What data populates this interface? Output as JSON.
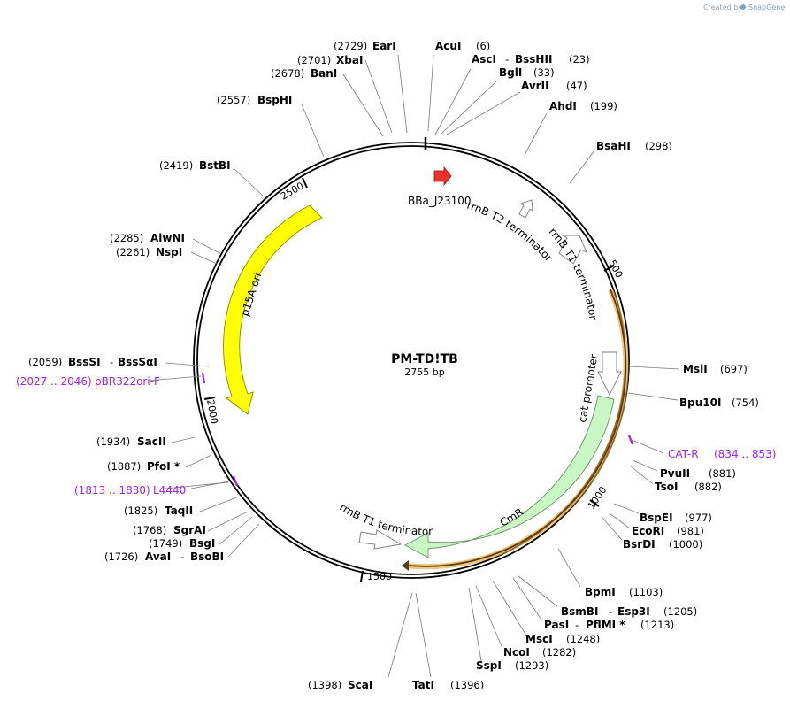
{
  "watermark": {
    "created_by": "Created by",
    "brand": "SnapGene"
  },
  "plasmid": {
    "name": "PM-TD!TB",
    "size": "2755 bp"
  },
  "tick_labels": [
    "500",
    "1000",
    "1500",
    "2000",
    "2500"
  ],
  "features": {
    "bba": "BBa_J23100",
    "t2": "rrnB T2 terminator",
    "t1a": "rrnB T1 terminator",
    "cat": "cat promoter",
    "cmr": "CmR",
    "t1b": "rrnB T1 terminator",
    "p15a": "p15A ori"
  },
  "enzymes": [
    {
      "name": "EarI",
      "pos": "(2729)"
    },
    {
      "name": "XbaI",
      "pos": "(2701)"
    },
    {
      "name": "BanI",
      "pos": "(2678)"
    },
    {
      "name": "BspHI",
      "pos": "(2557)"
    },
    {
      "name": "BstBI",
      "pos": "(2419)"
    },
    {
      "name": "AlwNI",
      "pos": "(2285)"
    },
    {
      "name": "NspI",
      "pos": "(2261)"
    },
    {
      "name": "BssSI",
      "name2": "BssSαI",
      "pos": "(2059)"
    },
    {
      "name": "SacII",
      "pos": "(1934)"
    },
    {
      "name": "PfoI *",
      "pos": "(1887)"
    },
    {
      "name": "TaqII",
      "pos": "(1825)"
    },
    {
      "name": "SgrAI",
      "pos": "(1768)"
    },
    {
      "name": "BsgI",
      "pos": "(1749)"
    },
    {
      "name": "AvaI",
      "name2": "BsoBI",
      "pos": "(1726)"
    },
    {
      "name": "ScaI",
      "pos": "(1398)"
    },
    {
      "name": "TatI",
      "pos": "(1396)"
    },
    {
      "name": "AcuI",
      "pos": "(6)"
    },
    {
      "name": "AscI",
      "name2": "BssHII",
      "pos": "(23)"
    },
    {
      "name": "BglI",
      "pos": "(33)"
    },
    {
      "name": "AvrII",
      "pos": "(47)"
    },
    {
      "name": "AhdI",
      "pos": "(199)"
    },
    {
      "name": "BsaHI",
      "pos": "(298)"
    },
    {
      "name": "MslI",
      "pos": "(697)"
    },
    {
      "name": "Bpu10I",
      "pos": "(754)"
    },
    {
      "name": "PvuII",
      "pos": "(881)"
    },
    {
      "name": "TsoI",
      "pos": "(882)"
    },
    {
      "name": "BspEI",
      "pos": "(977)"
    },
    {
      "name": "EcoRI",
      "pos": "(981)"
    },
    {
      "name": "BsrDI",
      "pos": "(1000)"
    },
    {
      "name": "BpmI",
      "pos": "(1103)"
    },
    {
      "name": "BsmBI",
      "name2": "Esp3I",
      "pos": "(1205)"
    },
    {
      "name": "PasI",
      "name2": "PflMI *",
      "pos": "(1213)"
    },
    {
      "name": "MscI",
      "pos": "(1248)"
    },
    {
      "name": "NcoI",
      "pos": "(1282)"
    },
    {
      "name": "SspI",
      "pos": "(1293)"
    }
  ],
  "primers": [
    {
      "name": "pBR322ori-F",
      "pos": "(2027 .. 2046)"
    },
    {
      "name": "L4440",
      "pos": "(1813 .. 1830)"
    },
    {
      "name": "CAT-R",
      "pos": "(834 .. 853)"
    }
  ]
}
